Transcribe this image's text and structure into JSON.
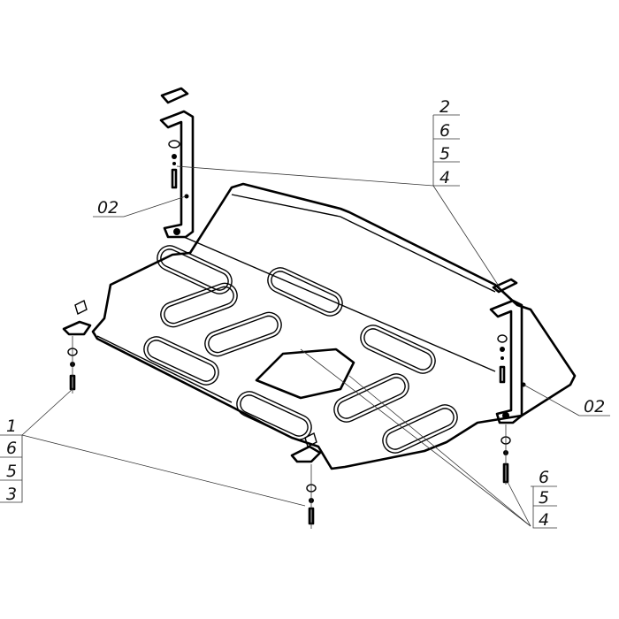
{
  "callouts": {
    "top_right": [
      "2",
      "6",
      "5",
      "4"
    ],
    "left": [
      "1",
      "6",
      "5",
      "3"
    ],
    "bottom_right": [
      "6",
      "5",
      "4"
    ],
    "bracket_left": "02",
    "bracket_right": "02"
  },
  "colors": {
    "line": "#000000",
    "background": "#ffffff"
  }
}
